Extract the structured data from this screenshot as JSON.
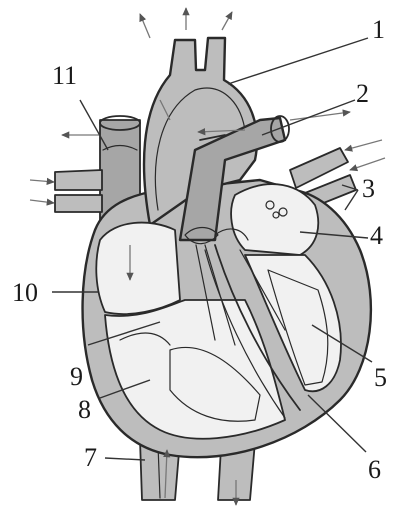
{
  "labels": [
    {
      "id": "1",
      "text": "1"
    },
    {
      "id": "2",
      "text": "2"
    },
    {
      "id": "3",
      "text": "3"
    },
    {
      "id": "4",
      "text": "4"
    },
    {
      "id": "5",
      "text": "5"
    },
    {
      "id": "6",
      "text": "6"
    },
    {
      "id": "7",
      "text": "7"
    },
    {
      "id": "8",
      "text": "8"
    },
    {
      "id": "9",
      "text": "9"
    },
    {
      "id": "10",
      "text": "10"
    },
    {
      "id": "11",
      "text": "11"
    }
  ],
  "colors": {
    "ink": "#2a2a2a",
    "wall": "#bdbdbd",
    "chamber": "#f1f1f1",
    "flow_arrow": "#777777"
  }
}
